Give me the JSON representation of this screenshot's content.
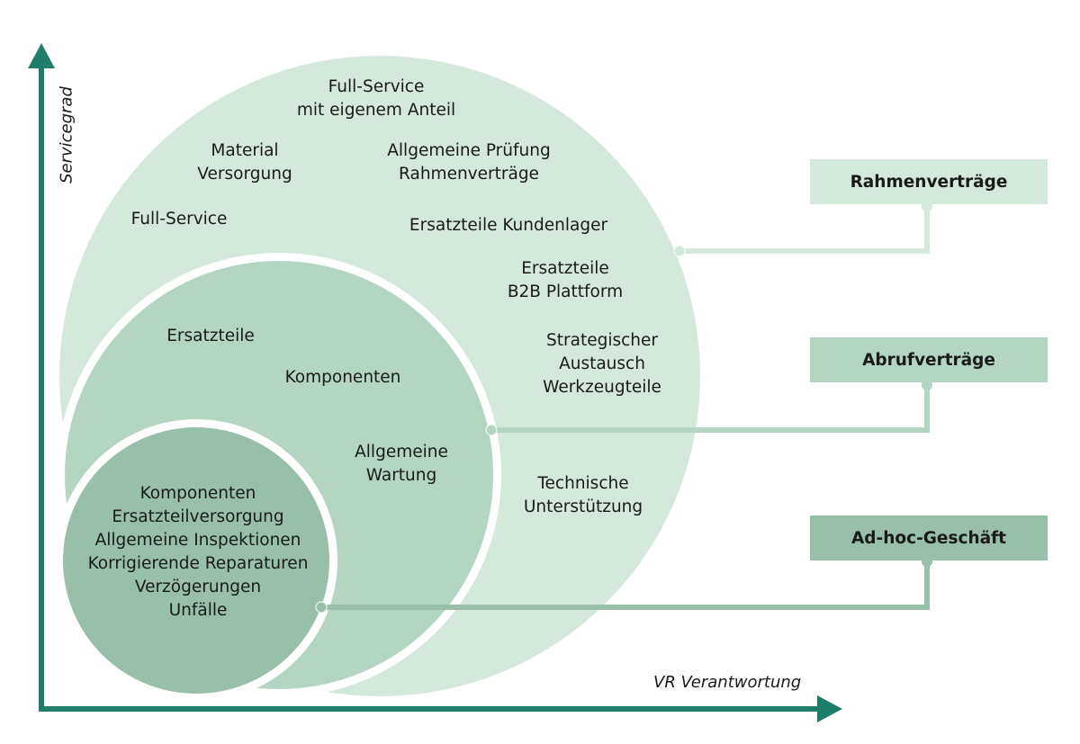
{
  "axes": {
    "y_label": "Servicegrad",
    "x_label": "VR Verantwortung"
  },
  "colors": {
    "axis": "#1f7d6a",
    "outer_circle": "#d5e8dc",
    "middle_circle": "#b4d5c2",
    "inner_circle": "#98bfa9",
    "box_top": "#d5e8dc",
    "box_middle": "#b4d5c2",
    "box_bottom": "#98bfa9"
  },
  "outer_circle": {
    "items": [
      "Full-Service\nmit eigenem Anteil",
      "Material\nVersorgung",
      "Allgemeine Prüfung\nRahmenverträge",
      "Full-Service",
      "Ersatzteile Kundenlager",
      "Ersatzteile\nB2B Plattform",
      "Strategischer\nAustausch\nWerkzeugteile",
      "Technische\nUnterstützung"
    ]
  },
  "middle_circle": {
    "items": [
      "Ersatzteile",
      "Komponenten",
      "Allgemeine\nWartung"
    ]
  },
  "inner_circle": {
    "items": [
      "Komponenten\nErsatzteilversorgung\nAllgemeine Inspektionen\nKorrigierende Reparaturen\nVerzögerungen\nUnfälle"
    ]
  },
  "contract_boxes": [
    "Rahmenverträge",
    "Abrufverträge",
    "Ad-hoc-Geschäft"
  ]
}
